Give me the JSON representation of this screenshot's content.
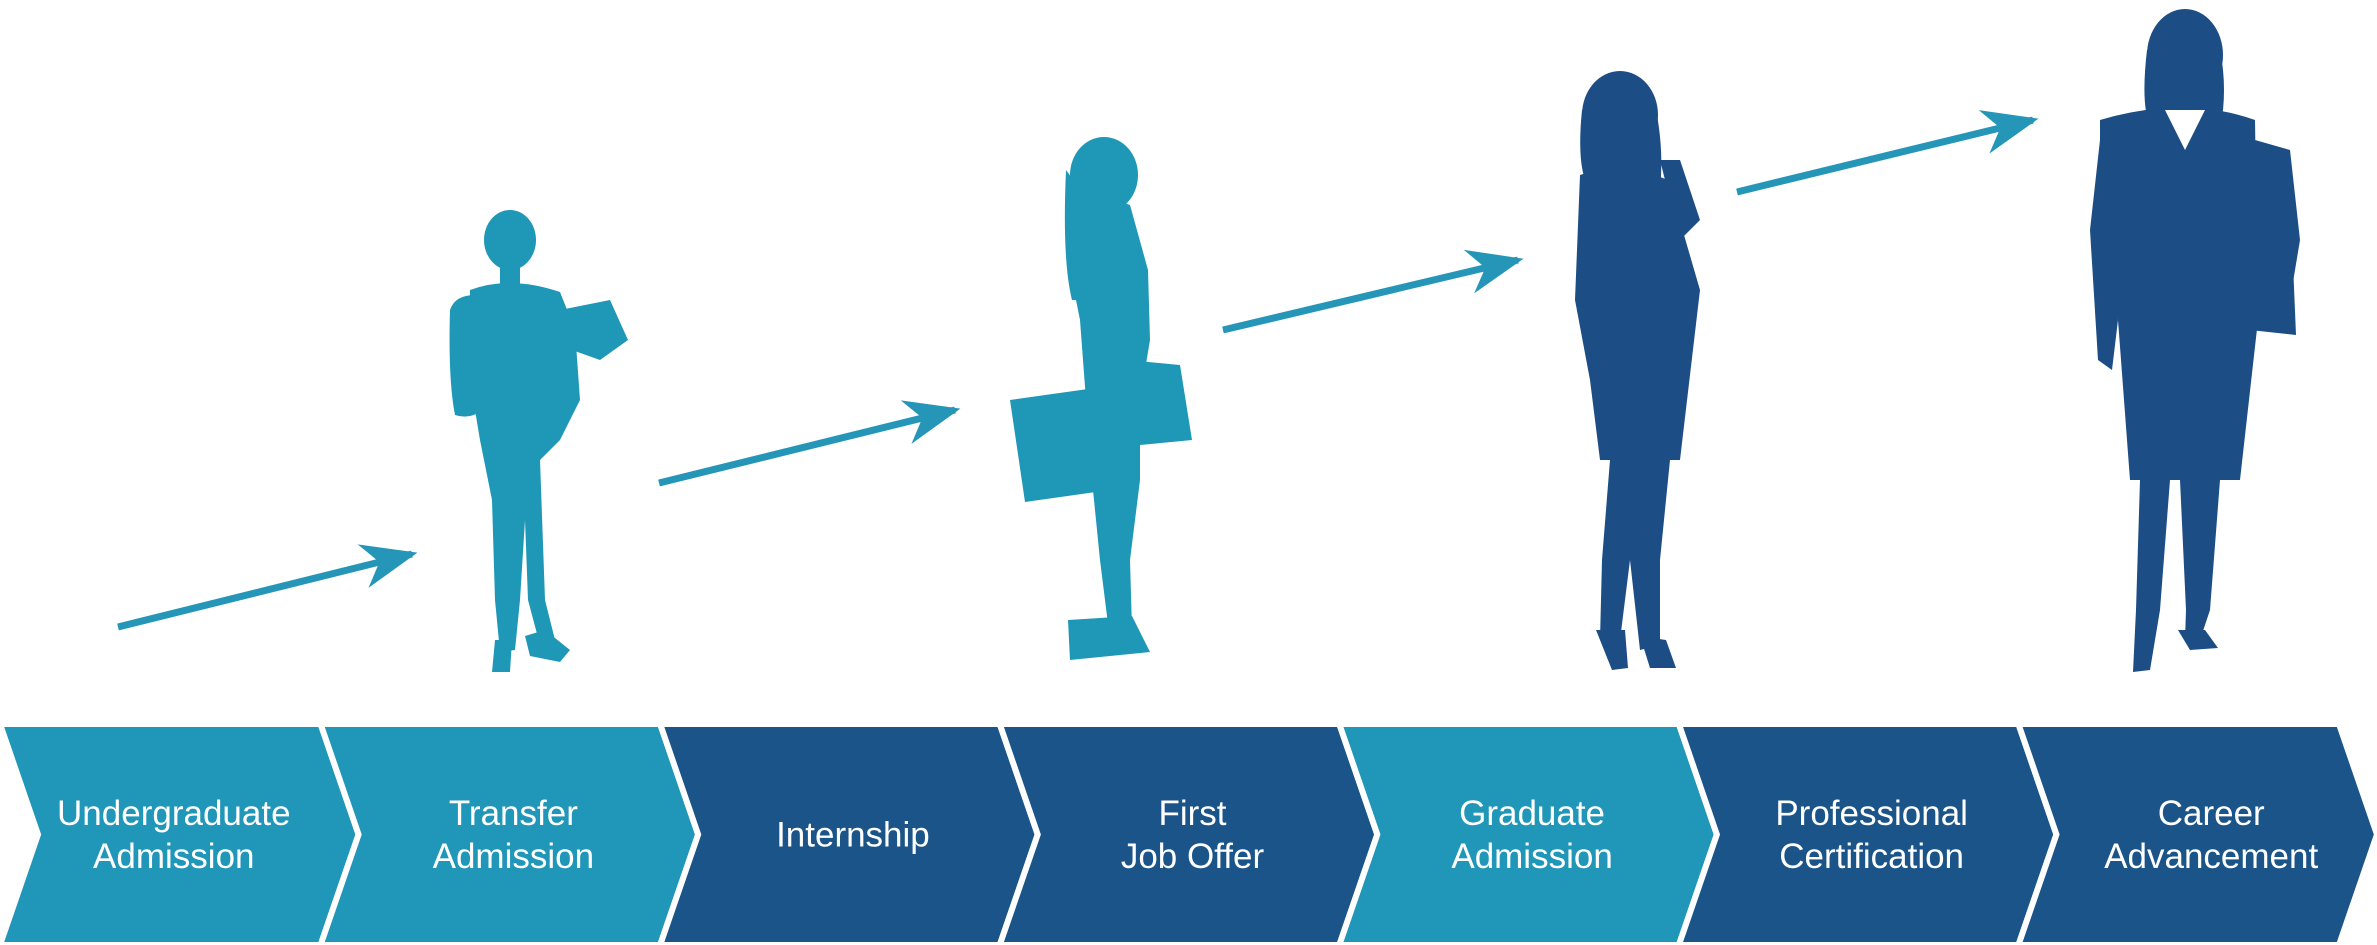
{
  "colors": {
    "light_blue": "#2096b8",
    "dark_blue": "#1a5488",
    "figure_light": "#1f97b6",
    "figure_dark": "#1c4d85",
    "arrow": "#2596b7",
    "background": "#ffffff"
  },
  "steps": [
    {
      "lines": [
        "Undergraduate",
        "Admission"
      ],
      "tone": "light"
    },
    {
      "lines": [
        "Transfer",
        "Admission"
      ],
      "tone": "light"
    },
    {
      "lines": [
        "Internship"
      ],
      "tone": "dark"
    },
    {
      "lines": [
        "First",
        "Job Offer"
      ],
      "tone": "dark"
    },
    {
      "lines": [
        "Graduate",
        "Admission"
      ],
      "tone": "light"
    },
    {
      "lines": [
        "Professional",
        "Certification"
      ],
      "tone": "dark"
    },
    {
      "lines": [
        "Career",
        "Advancement"
      ],
      "tone": "dark"
    }
  ],
  "figures": [
    {
      "name": "student-with-backpack-figure",
      "tone": "light"
    },
    {
      "name": "student-with-messenger-bag-figure",
      "tone": "light"
    },
    {
      "name": "professional-thinking-figure",
      "tone": "dark"
    },
    {
      "name": "executive-with-folder-figure",
      "tone": "dark"
    }
  ],
  "arrows": [
    {
      "name": "progress-arrow-1"
    },
    {
      "name": "progress-arrow-2"
    },
    {
      "name": "progress-arrow-3"
    },
    {
      "name": "progress-arrow-4"
    }
  ]
}
